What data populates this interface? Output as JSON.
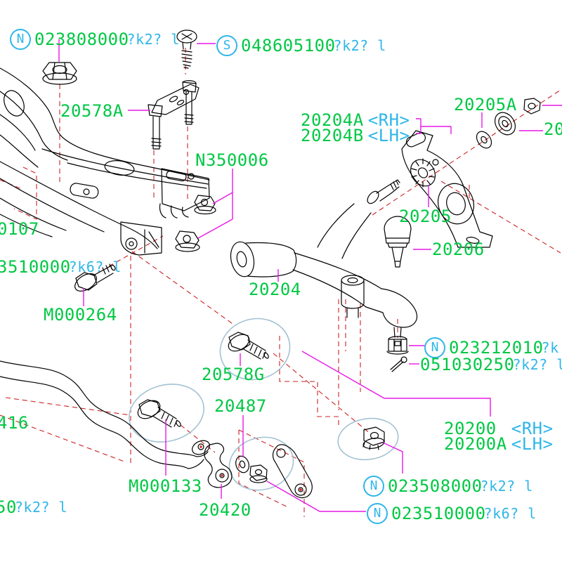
{
  "title": "Front suspension parts diagram",
  "colors": {
    "part_number_green": "#00c844",
    "qty_code_cyan": "#2fb6e9",
    "leader_magenta": "#e619e6",
    "projection_red": "#cc2222",
    "highlight_blue": "#a3c2d3",
    "line_black": "#000000",
    "background": "#ffffff"
  },
  "labels": {
    "top_left_nut": {
      "circle": "N",
      "part": "023808000",
      "qty": "?k2? l"
    },
    "top_screw": {
      "circle": "S",
      "part": "048605100",
      "qty": "?k2? l"
    },
    "bracket_20578a": {
      "part": "20578A"
    },
    "nut_n350006": {
      "part": "N350006"
    },
    "bracket_rh": {
      "part": "20204A",
      "side": "<RH>"
    },
    "bracket_lh": {
      "part": "20204B",
      "side": "<LH>"
    },
    "washer_20205a": {
      "part": "20205A"
    },
    "right_edge_part": {
      "part": "20"
    },
    "washer_20205": {
      "part": "20205"
    },
    "balljoint_20206": {
      "part": "20206"
    },
    "arm_20204": {
      "part": "20204"
    },
    "left_edge_0107": {
      "part": "0107"
    },
    "left_edge_02351": {
      "part": "3510000",
      "qty": "?k6? l"
    },
    "bolt_m000264": {
      "part": "M000264"
    },
    "nut_023212010": {
      "circle": "N",
      "part": "023212010",
      "qty": "?k"
    },
    "pin_051030250": {
      "part": "051030250",
      "qty": "?k2? l"
    },
    "bolt_20578g": {
      "part": "20578G"
    },
    "link_20487": {
      "part": "20487"
    },
    "arm_rh_20200": {
      "part": "20200",
      "side": "<RH>"
    },
    "arm_lh_20200a": {
      "part": "20200A",
      "side": "<LH>"
    },
    "left_edge_416": {
      "part": "416"
    },
    "bolt_m000133": {
      "part": "M000133"
    },
    "left_edge_50": {
      "part": "50",
      "qty": "?k2? l"
    },
    "link_20420": {
      "part": "20420"
    },
    "nut_023508000": {
      "circle": "N",
      "part": "023508000",
      "qty": "?k2? l"
    },
    "nut_023510000": {
      "circle": "N",
      "part": "023510000",
      "qty": "?k6? l"
    }
  }
}
